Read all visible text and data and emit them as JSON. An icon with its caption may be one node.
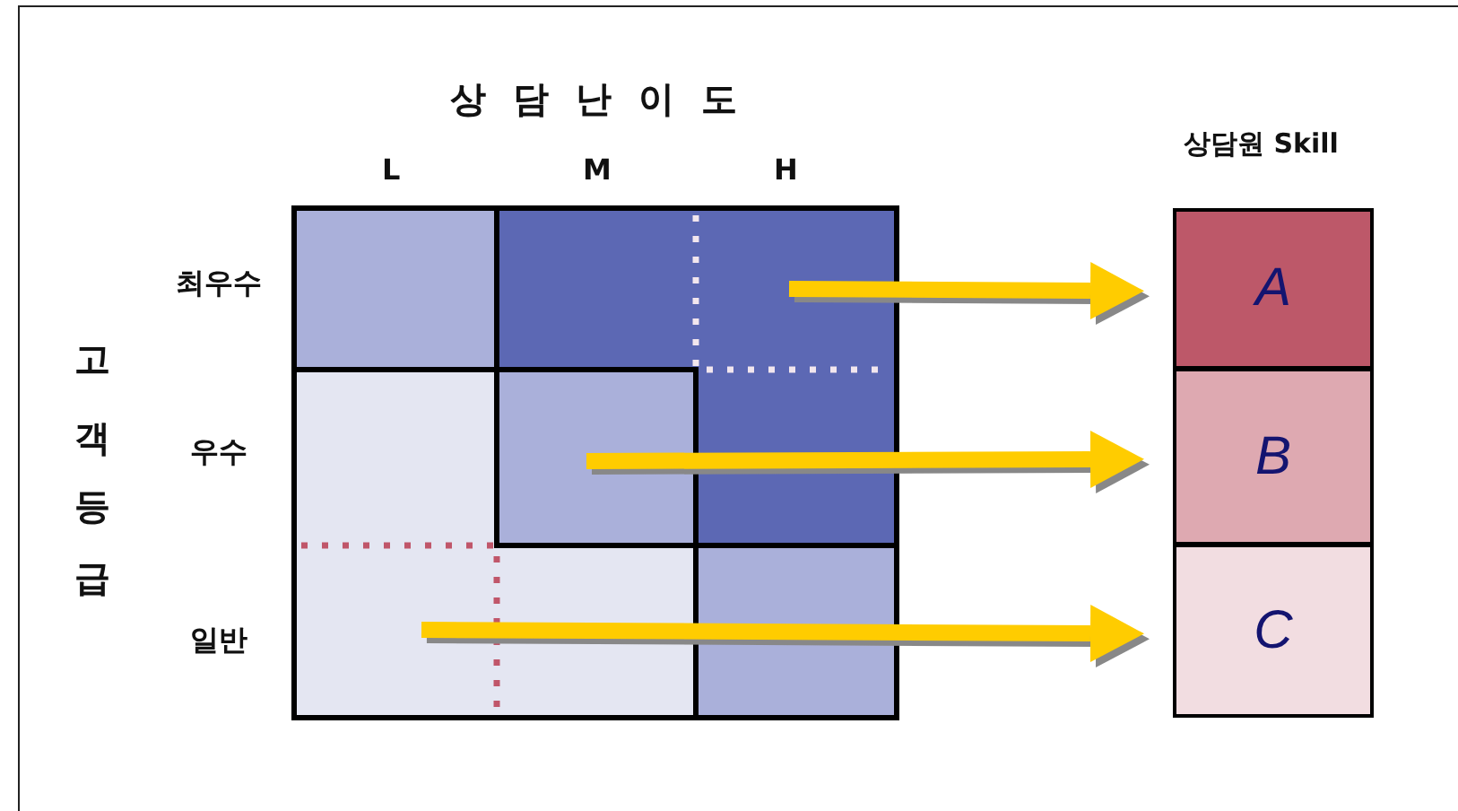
{
  "diagram": {
    "nodes": [
      {
        "text": [
          "A"
        ]
      },
      {
        "text": [
          "B"
        ]
      },
      {
        "text": [
          "C"
        ]
      }
    ],
    "edges": [
      {
        "from": null,
        "to": 0,
        "arrow": "to"
      },
      {
        "from": null,
        "to": 1,
        "arrow": "to"
      },
      {
        "from": null,
        "to": 2,
        "arrow": "to"
      }
    ],
    "labels": [
      "상 담 난 이 도",
      "상담원 Skill",
      "L",
      "M",
      "H",
      "최우수",
      "고객등급",
      "우수",
      "일반"
    ]
  }
}
